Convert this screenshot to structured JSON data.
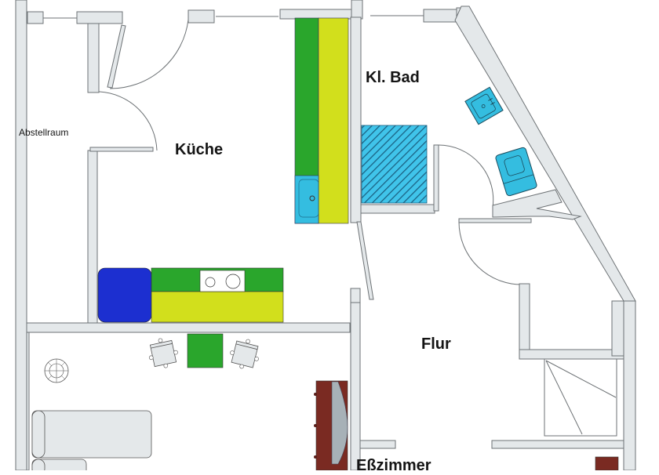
{
  "plan": {
    "rooms": [
      {
        "id": "abstellraum",
        "label": "Abstellraum"
      },
      {
        "id": "kueche",
        "label": "Küche"
      },
      {
        "id": "kl_bad",
        "label": "Kl. Bad"
      },
      {
        "id": "flur",
        "label": "Flur"
      },
      {
        "id": "esszimmer",
        "label": "Eßzimmer"
      }
    ],
    "colors": {
      "wall_fill": "#e4e8ea",
      "wall_stroke": "#6d7275",
      "counter_green": "#2aa62c",
      "counter_yellow": "#d2df1c",
      "fridge_blue": "#1c2fd0",
      "fixture_cyan": "#34bde0",
      "shower_hatch": "#2a9cc4",
      "cabinet_brown": "#7a2a22",
      "furniture_grey": "#e4e8ea"
    },
    "fixtures": [
      {
        "id": "tall-cabinets",
        "room": "Küche"
      },
      {
        "id": "kitchen-sink",
        "room": "Küche"
      },
      {
        "id": "fridge",
        "room": "Küche"
      },
      {
        "id": "stove-cooktop",
        "room": "Küche"
      },
      {
        "id": "kitchen-counter",
        "room": "Küche"
      },
      {
        "id": "shower",
        "room": "Kl. Bad"
      },
      {
        "id": "washbasin",
        "room": "Kl. Bad"
      },
      {
        "id": "toilet",
        "room": "Kl. Bad"
      },
      {
        "id": "dining-table",
        "room": "Eßzimmer"
      },
      {
        "id": "dining-chairs",
        "room": "Eßzimmer"
      },
      {
        "id": "round-stool",
        "room": "Eßzimmer"
      },
      {
        "id": "sofa",
        "room": "Eßzimmer"
      },
      {
        "id": "sideboard",
        "room": "Eßzimmer"
      },
      {
        "id": "wardrobe",
        "room": "Flur"
      }
    ]
  }
}
